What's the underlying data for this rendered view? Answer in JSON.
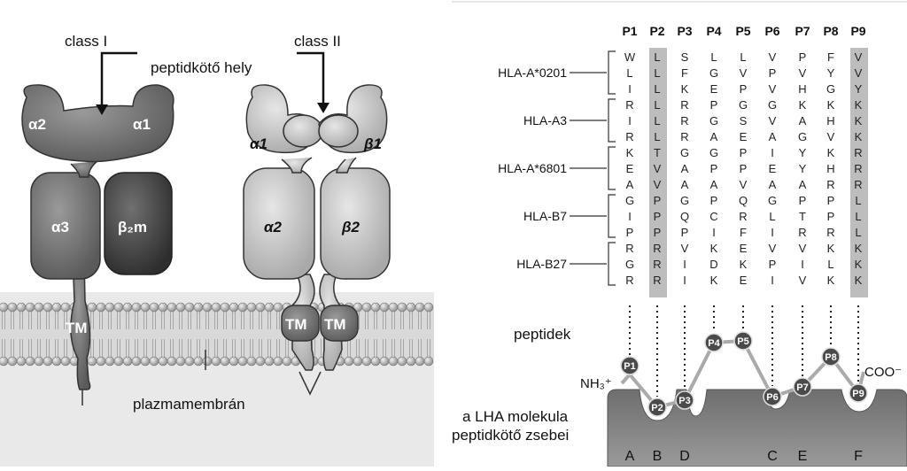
{
  "left_panel": {
    "label_class1": "class I",
    "label_class2": "class II",
    "label_binding_site": "peptidkötő hely",
    "label_membrane": "plazmamembrán",
    "class1_domains": {
      "a2": "α2",
      "a1": "α1",
      "a3": "α3",
      "b2m": "β₂m",
      "tm": "TM"
    },
    "class2_domains": {
      "a1": "α1",
      "b1": "β1",
      "a2": "α2",
      "b2": "β2",
      "tm_left": "TM",
      "tm_right": "TM"
    }
  },
  "right_panel": {
    "positions": [
      "P1",
      "P2",
      "P3",
      "P4",
      "P5",
      "P6",
      "P7",
      "P8",
      "P9"
    ],
    "groups": [
      {
        "name": "HLA-A*0201",
        "rows": [
          [
            "W",
            "L",
            "S",
            "L",
            "L",
            "V",
            "P",
            "F",
            "V"
          ],
          [
            "L",
            "L",
            "F",
            "G",
            "V",
            "P",
            "V",
            "Y",
            "V"
          ],
          [
            "I",
            "L",
            "K",
            "E",
            "P",
            "V",
            "H",
            "G",
            "Y"
          ]
        ]
      },
      {
        "name": "HLA-A3",
        "rows": [
          [
            "R",
            "L",
            "R",
            "P",
            "G",
            "G",
            "K",
            "K",
            "K"
          ],
          [
            "I",
            "L",
            "R",
            "G",
            "S",
            "V",
            "A",
            "H",
            "K"
          ],
          [
            "R",
            "L",
            "R",
            "A",
            "E",
            "A",
            "G",
            "V",
            "K"
          ]
        ]
      },
      {
        "name": "HLA-A*6801",
        "rows": [
          [
            "K",
            "T",
            "G",
            "G",
            "P",
            "I",
            "Y",
            "K",
            "R"
          ],
          [
            "E",
            "V",
            "A",
            "P",
            "P",
            "E",
            "Y",
            "H",
            "R"
          ],
          [
            "A",
            "V",
            "A",
            "A",
            "V",
            "A",
            "A",
            "R",
            "R"
          ]
        ]
      },
      {
        "name": "HLA-B7",
        "rows": [
          [
            "G",
            "P",
            "G",
            "P",
            "Q",
            "G",
            "P",
            "P",
            "L"
          ],
          [
            "I",
            "P",
            "Q",
            "C",
            "R",
            "L",
            "T",
            "P",
            "L"
          ],
          [
            "P",
            "P",
            "P",
            "I",
            "F",
            "I",
            "R",
            "R",
            "L"
          ]
        ]
      },
      {
        "name": "HLA-B27",
        "rows": [
          [
            "R",
            "R",
            "V",
            "K",
            "E",
            "V",
            "V",
            "K",
            "K"
          ],
          [
            "G",
            "R",
            "I",
            "D",
            "K",
            "P",
            "I",
            "L",
            "K"
          ],
          [
            "R",
            "R",
            "I",
            "K",
            "E",
            "I",
            "V",
            "K",
            "K"
          ]
        ]
      }
    ],
    "label_peptides": "peptidek",
    "label_nh3": "NH₃⁺",
    "label_coo": "COO⁻",
    "label_pockets_line1": "a LHA molekula",
    "label_pockets_line2": "peptidkötő zsebei",
    "pocket_letters": [
      "A",
      "B",
      "D",
      "C",
      "E",
      "F"
    ],
    "highlight_color": "#bdbdbd"
  }
}
